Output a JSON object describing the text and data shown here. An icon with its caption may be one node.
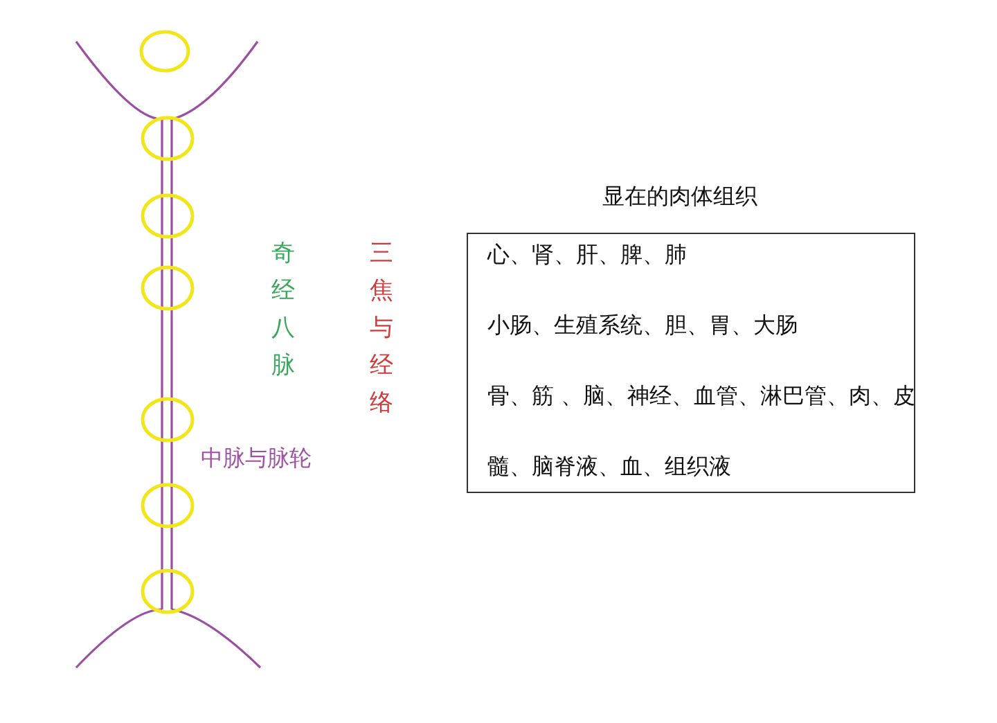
{
  "diagram": {
    "nodes": [
      {
        "text": [
          "显在的肉体组织",
          "心、肾、肝、脾、肺",
          "小肠、生殖系统、胆、胃、大肠",
          "骨、筋 、脑、神经、血管、淋巴管、肉、皮",
          "髓、脑脊液、血、组织液"
        ]
      }
    ],
    "edges": [],
    "labels": [
      "奇经八脉",
      "三焦与经络",
      "中脉与脉轮"
    ]
  }
}
